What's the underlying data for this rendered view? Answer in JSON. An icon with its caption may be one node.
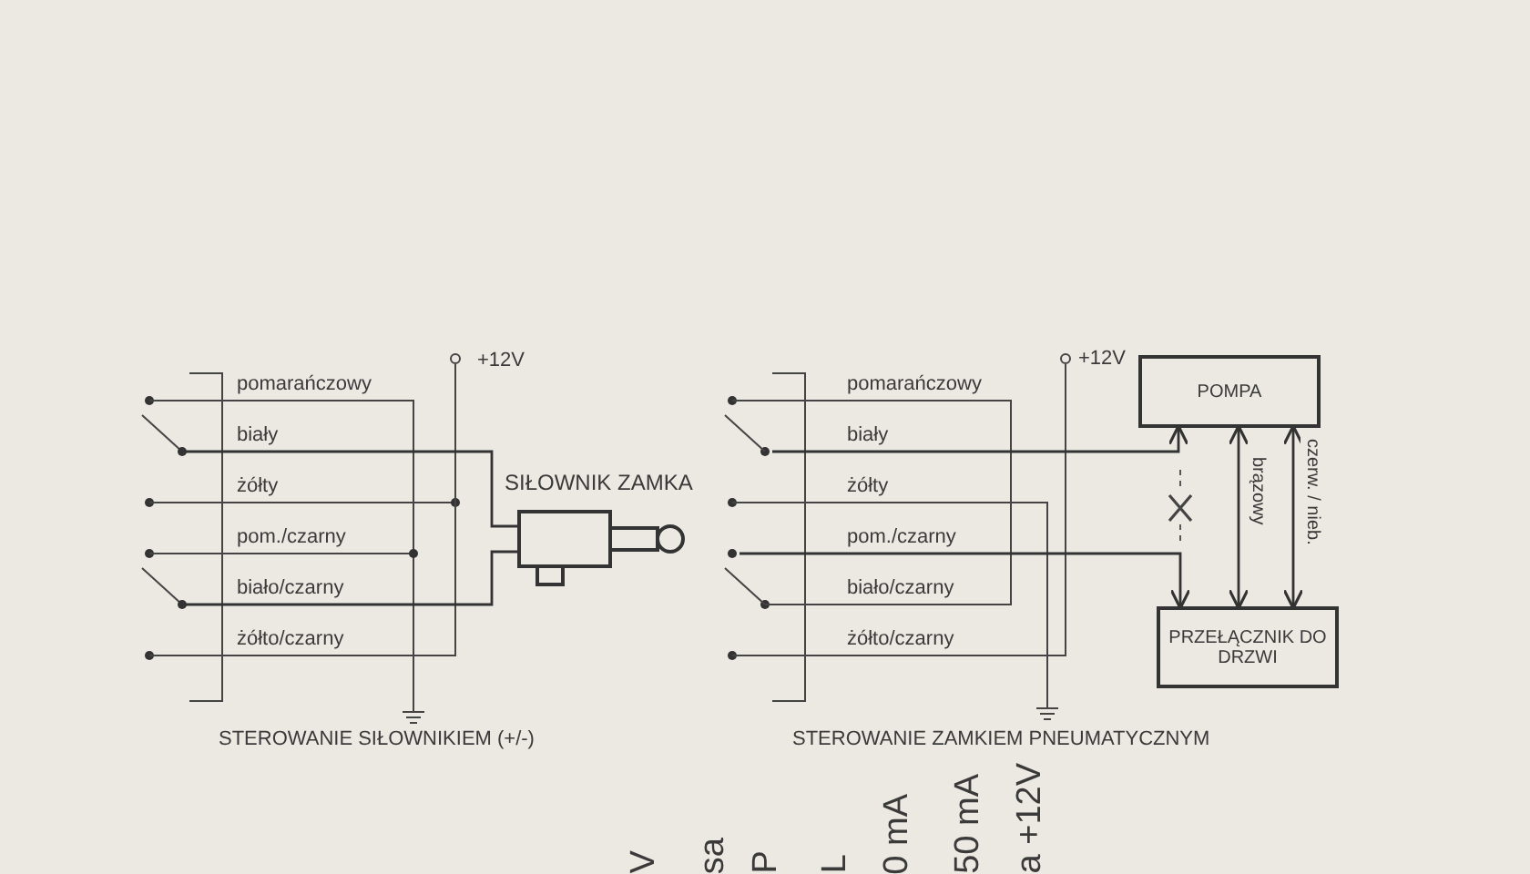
{
  "diagram": {
    "nodes": [
      {
        "text": [],
        "shape": "picture",
        "beside": [
          "SIŁOWNIK ZAMKA"
        ]
      },
      {
        "text": [
          "POMPA"
        ]
      },
      {
        "text": [
          "PRZEŁĄCZNIK DO DRZWI"
        ]
      }
    ],
    "edges": [
      {
        "from": null,
        "to": 0,
        "arrow": "other"
      },
      {
        "from": null,
        "to": 0,
        "arrow": "other"
      },
      {
        "from": null,
        "to": 1,
        "arrow": "to"
      },
      {
        "from": null,
        "to": 2,
        "arrow": "to"
      },
      {
        "from": 1,
        "to": 2,
        "arrow": "both",
        "label": "brązowy"
      },
      {
        "from": 1,
        "to": 2,
        "arrow": "both",
        "label": "czerw. / nieb."
      }
    ],
    "labels": [
      "+12V",
      "pomarańczowy",
      "biały",
      "żółty",
      "pom./czarny",
      "biało/czarny",
      "żółto/czarny",
      "STEROWANIE SIŁOWNIKIEM (+/-)",
      "+12V",
      "pomarańczowy",
      "biały",
      "żółty",
      "pom./czarny",
      "biało/czarny",
      "żółto/czarny",
      "STEROWANIE ZAMKIEM PNEUMATYCZNYM",
      "V",
      "sa",
      "P",
      "L",
      "0 mA",
      "50 mA",
      "a +12V"
    ]
  }
}
